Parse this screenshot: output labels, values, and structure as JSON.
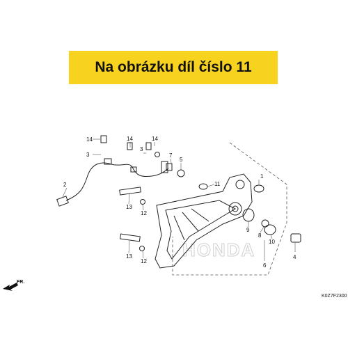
{
  "banner": {
    "text": "Na obrázku díl číslo 11",
    "color": "#f7d21e"
  },
  "diagram": {
    "code": "K0Z7F2300",
    "direction": "FR.",
    "watermark": "HONDA",
    "callouts": [
      "1",
      "2",
      "3",
      "3",
      "4",
      "5",
      "6",
      "7",
      "8",
      "9",
      "10",
      "11",
      "12",
      "12",
      "13",
      "13",
      "14",
      "14"
    ]
  }
}
